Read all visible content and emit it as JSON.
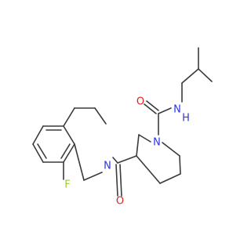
{
  "structure": {
    "atoms": {
      "fluorine": {
        "label": "F",
        "color": "#9ACD32"
      },
      "isoquinoline_nitrogen": {
        "label": "N",
        "color": "#2B35E6"
      },
      "piperidine_nitrogen": {
        "label": "N",
        "color": "#2B35E6"
      },
      "amide_nitrogen": {
        "label": "N",
        "color": "#2B35E6"
      },
      "amide_hydrogen": {
        "label": "H",
        "color": "#2B35E6"
      },
      "carbonyl_oxygen_upper": {
        "label": "O",
        "color": "#E8221B"
      },
      "carbonyl_oxygen_lower": {
        "label": "O",
        "color": "#E8221B"
      }
    },
    "bond_color": "#3a3a3a"
  }
}
